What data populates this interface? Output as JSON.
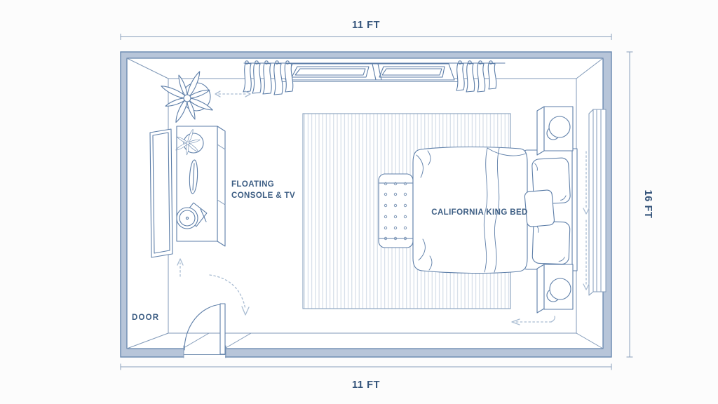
{
  "diagram": {
    "type": "bedroom-floor-plan",
    "dimensions": {
      "top": "11 FT",
      "bottom": "11 FT",
      "right": "16 FT"
    },
    "labels": {
      "console_line1": "FLOATING",
      "console_line2": "CONSOLE & TV",
      "bed": "CALIFORNIA KING BED",
      "door": "DOOR"
    },
    "furniture": [
      "floating-console-and-tv",
      "california-king-bed",
      "bench",
      "rug",
      "nightstand-with-lamp-top",
      "nightstand-with-lamp-bottom",
      "headboard-panel",
      "window-with-curtains",
      "starburst-decor",
      "door"
    ],
    "colors": {
      "background": "#fcfcfc",
      "wall_fill": "#b7c5d9",
      "wall_stroke": "#6787b0",
      "line": "#5d7ea8",
      "line_light": "#8099b8",
      "text": "#3c5d83",
      "dim_text": "#33537a",
      "dashed": "#a9bcd2",
      "rug_stripe": "#ccd6e3",
      "rug_border": "#8fa6c2",
      "dimension_line": "#8aa0bc"
    }
  }
}
